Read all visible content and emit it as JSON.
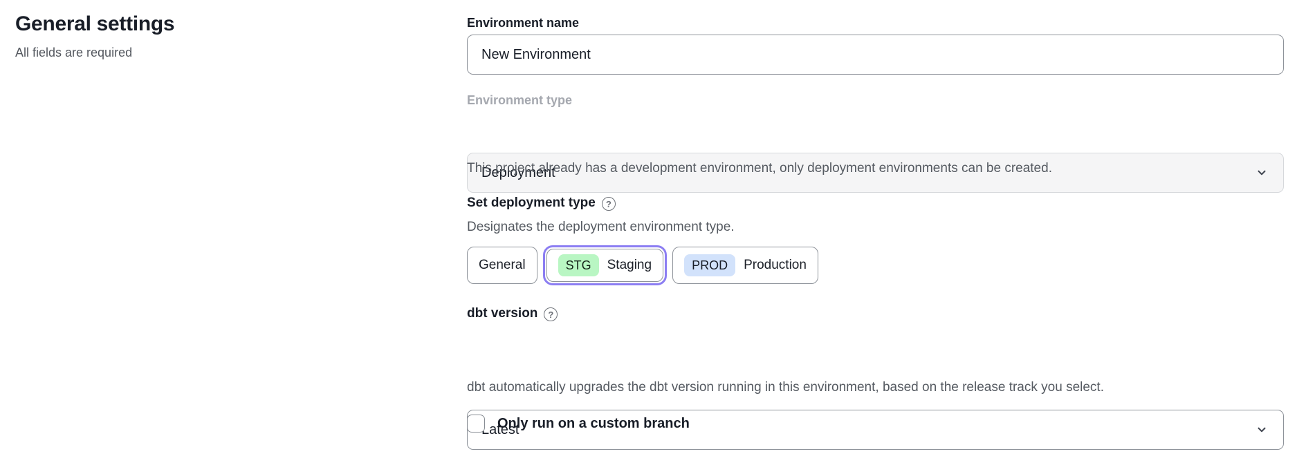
{
  "page": {
    "heading": "General settings",
    "subheading": "All fields are required"
  },
  "icons": {
    "help": "?"
  },
  "form": {
    "environment_name": {
      "label": "Environment name",
      "value": "New Environment"
    },
    "environment_type": {
      "label": "Environment type",
      "value": "Deployment",
      "disabled": true,
      "helper": "This project already has a development environment, only deployment environments can be created."
    },
    "deployment_type": {
      "label": "Set deployment type",
      "helper": "Designates the deployment environment type.",
      "options": [
        {
          "label": "General",
          "badge": "",
          "selected": false
        },
        {
          "label": "Staging",
          "badge": "STG",
          "selected": true
        },
        {
          "label": "Production",
          "badge": "PROD",
          "selected": false
        }
      ]
    },
    "dbt_version": {
      "label": "dbt version",
      "value": "Latest",
      "helper": "dbt automatically upgrades the dbt version running in this environment, based on the release track you select."
    },
    "custom_branch": {
      "label": "Only run on a custom branch",
      "checked": false
    }
  },
  "colors": {
    "accent_purple": "#8c7ef2",
    "badge_green": "#b9f6c3",
    "badge_blue": "#d2e2fb",
    "text_dark": "#181d27",
    "text_gray": "#555a61",
    "disabled_bg": "#f5f5f6"
  }
}
